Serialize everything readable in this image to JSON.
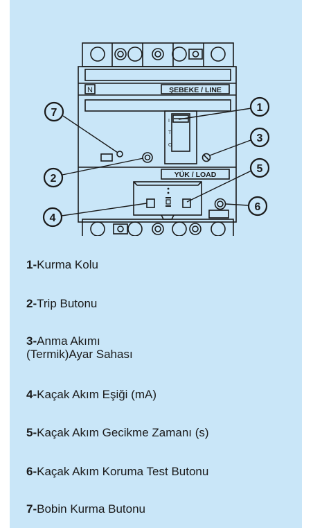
{
  "diagram": {
    "label_n": "N",
    "label_line": "ŞEBEKE / LINE",
    "label_load": "YÜK / LOAD",
    "switch_marks": [
      "I",
      "T",
      "O"
    ],
    "callouts": [
      "1",
      "2",
      "3",
      "4",
      "5",
      "6",
      "7"
    ]
  },
  "legend": [
    {
      "num": "1-",
      "text": "Kurma Kolu"
    },
    {
      "num": "2-",
      "text": "Trip Butonu"
    },
    {
      "num": "3-",
      "text": "Anma Akımı",
      "text2": "(Termik)Ayar Sahası"
    },
    {
      "num": "4-",
      "text": "Kaçak Akım Eşiği (mA)"
    },
    {
      "num": "5-",
      "text": "Kaçak Akım Gecikme Zamanı (s)"
    },
    {
      "num": "6-",
      "text": "Kaçak Akım Koruma Test Butonu"
    },
    {
      "num": "7-",
      "text": "Bobin Kurma Butonu"
    }
  ]
}
